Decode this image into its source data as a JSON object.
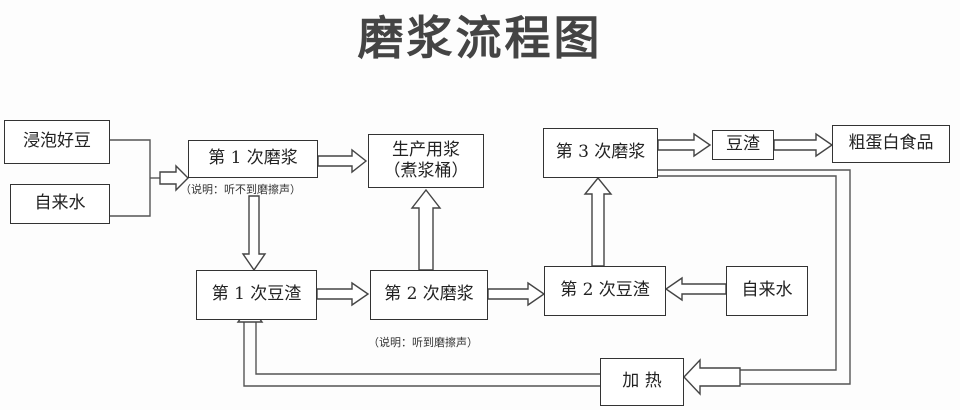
{
  "title": "磨浆流程图",
  "nodes": {
    "soak_beans": "浸泡好豆",
    "water_1": "自来水",
    "grind_1": "第 1 次磨浆",
    "production_line1": "生产用浆",
    "production_line2": "（煮浆桶）",
    "grind_3": "第 3 次磨浆",
    "okara": "豆渣",
    "coarse_protein": "粗蛋白食品",
    "okara_1": "第 1 次豆渣",
    "grind_2": "第 2 次磨浆",
    "okara_2": "第 2 次豆渣",
    "water_2": "自来水",
    "heating": "加 热"
  },
  "notes": {
    "note_1": "（说明：听不到磨擦声）",
    "note_2": "（说明：听到磨擦声）"
  }
}
